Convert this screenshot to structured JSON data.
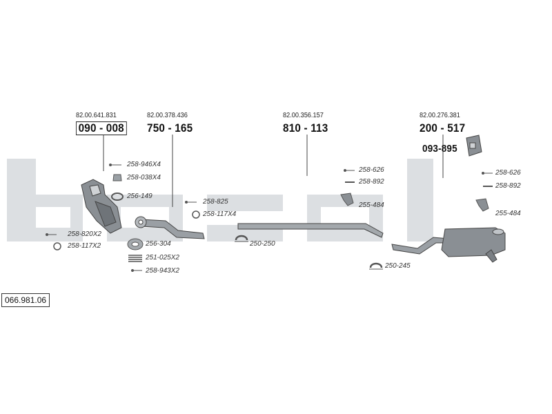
{
  "diagram_code": "066.981.06",
  "watermark_text": "bosal",
  "colors": {
    "watermark": "#d9dcdf",
    "part": "#7d8287",
    "line": "#333333"
  },
  "main_parts": [
    {
      "id": "catalyst",
      "oem": "82.00.641.831",
      "ref": "090 - 008",
      "boxed": true
    },
    {
      "id": "front-pipe",
      "oem": "82.00.378.436",
      "ref": "750 - 165",
      "boxed": false
    },
    {
      "id": "middle-pipe",
      "oem": "82.00.356.157",
      "ref": "810 - 113",
      "boxed": false
    },
    {
      "id": "rear-silencer",
      "oem": "82.00.276.381",
      "ref": "200 - 517",
      "boxed": false
    }
  ],
  "extra_part_ref": "093-895",
  "accessories": {
    "a1": "258-946X4",
    "a2": "258-038X4",
    "a3": "256-149",
    "a4": "258-820X2",
    "a5": "258-117X2",
    "a6": "256-304",
    "a7": "251-025X2",
    "a8": "258-943X2",
    "a9": "258-825",
    "a10": "258-117X4",
    "a11": "250-250",
    "a12": "258-626",
    "a13": "258-892",
    "a14": "255-484",
    "a15": "250-245",
    "a16": "258-626",
    "a17": "258-892",
    "a18": "255-484"
  }
}
